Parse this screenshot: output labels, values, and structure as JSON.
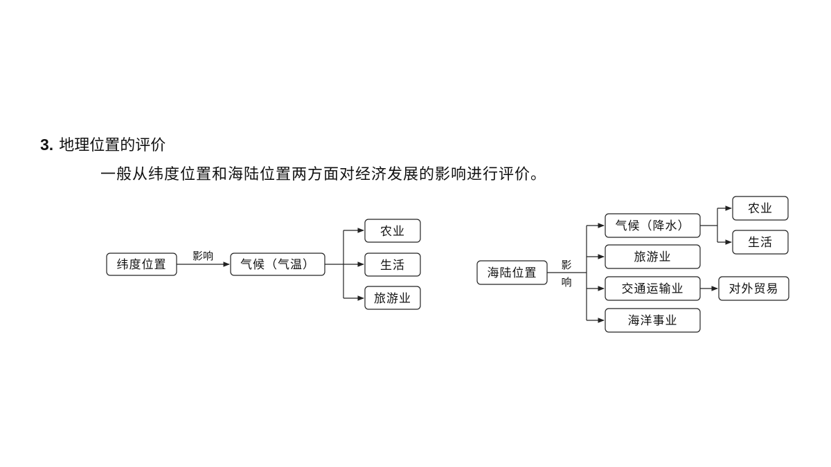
{
  "heading": {
    "number": "3.",
    "text": "地理位置的评价"
  },
  "paragraph": "一般从纬度位置和海陆位置两方面对经济发展的影响进行评价。",
  "left_diagram": {
    "root": "纬度位置",
    "edge_label": "影响",
    "middle": "气候（气温）",
    "targets": [
      "农业",
      "生活",
      "旅游业"
    ]
  },
  "right_diagram": {
    "root": "海陆位置",
    "edge_label_top": "影",
    "edge_label_bottom": "响",
    "climate": "气候（降水）",
    "climate_targets": [
      "农业",
      "生活"
    ],
    "tourism": "旅游业",
    "transport": "交通运输业",
    "trade": "对外贸易",
    "marine": "海洋事业"
  }
}
